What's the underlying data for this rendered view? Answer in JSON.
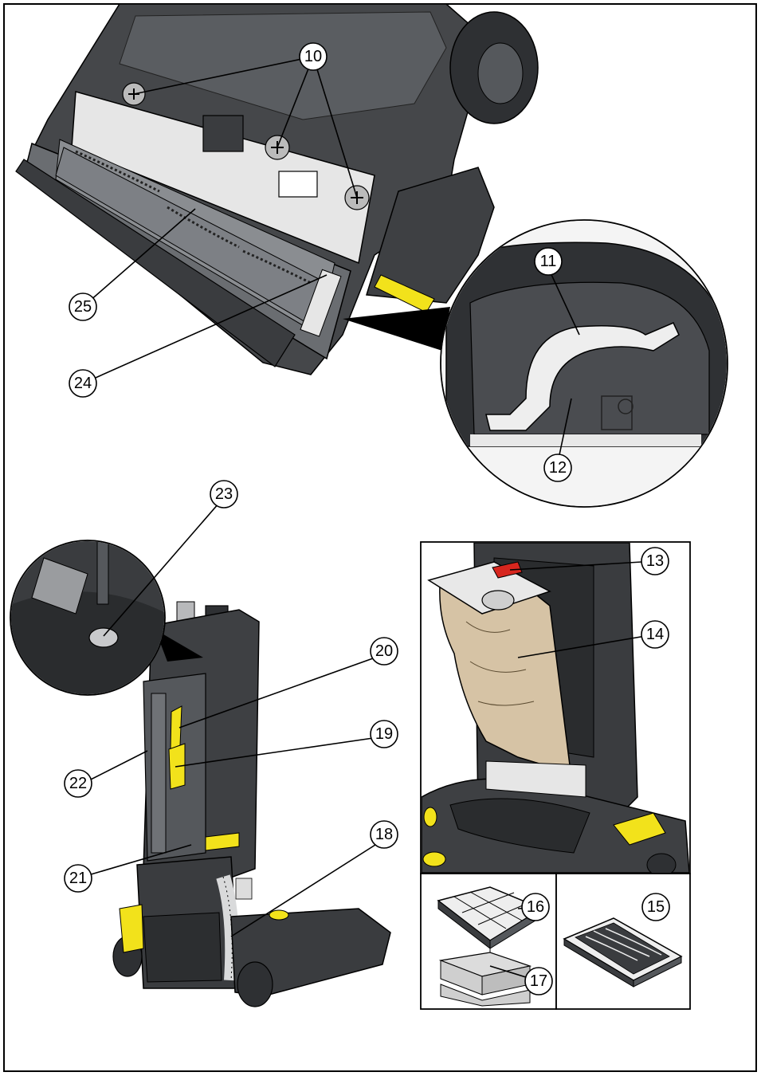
{
  "callouts": {
    "c10": "10",
    "c11": "11",
    "c12": "12",
    "c13": "13",
    "c14": "14",
    "c15": "15",
    "c16": "16",
    "c17": "17",
    "c18": "18",
    "c19": "19",
    "c20": "20",
    "c21": "21",
    "c22": "22",
    "c23": "23",
    "c24": "24",
    "c25": "25"
  },
  "colors": {
    "body_dark": "#3a3c3f",
    "body_mid": "#55585c",
    "body_light": "#7a7d81",
    "white_part": "#e6e6e6",
    "accent_yellow": "#f2e21b",
    "accent_red": "#d7261e",
    "bag_beige": "#d6c3a5",
    "filter_grey": "#cfcfcf",
    "hose_grey": "#d9dadb"
  }
}
